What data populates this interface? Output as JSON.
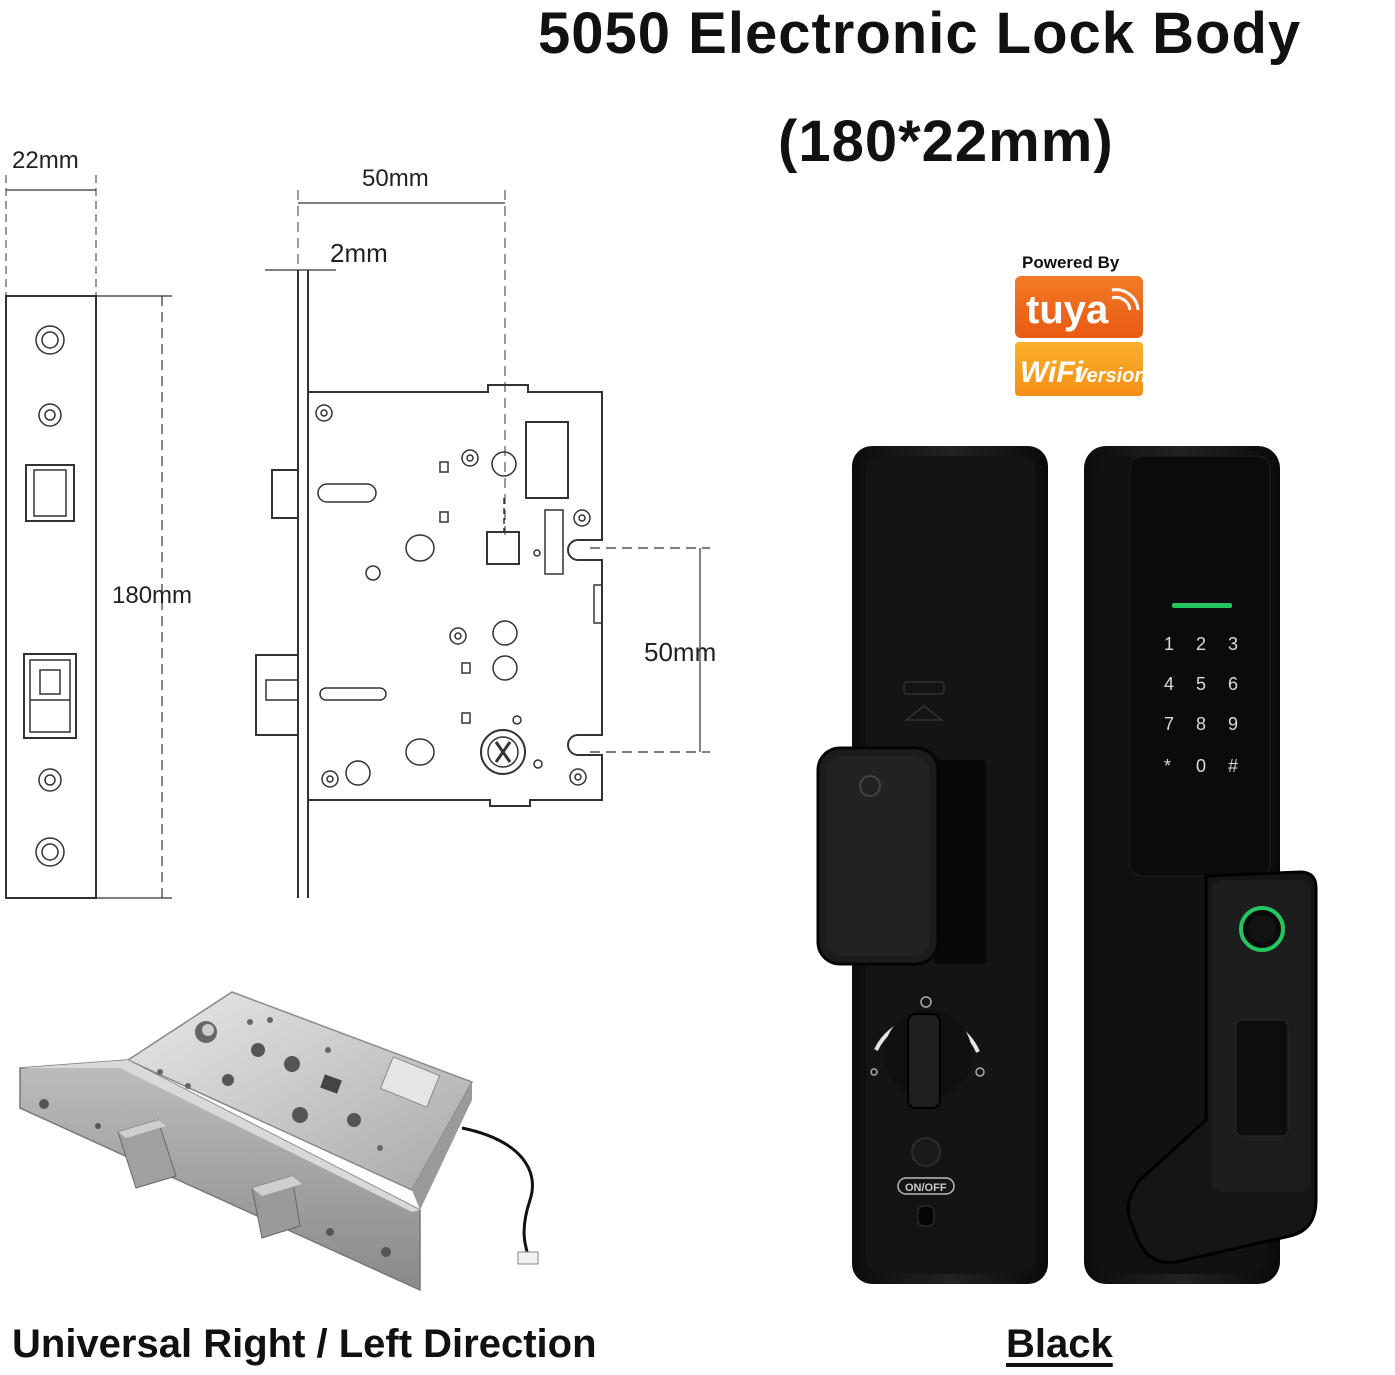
{
  "title": {
    "line1": "5050 Electronic Lock Body",
    "line2": "(180*22mm)"
  },
  "dimensions": {
    "faceplate_width": "22mm",
    "body_depth": "50mm",
    "plate_thickness": "2mm",
    "faceplate_height": "180mm",
    "hole_spacing": "50mm"
  },
  "badge": {
    "powered_by": "Powered By",
    "brand": "tuya",
    "wifi": "WiFi",
    "version": "Version",
    "colors": {
      "orange": "#f26b1d",
      "yellow": "#f9a11b"
    }
  },
  "keypad": {
    "keys": [
      "1",
      "2",
      "3",
      "4",
      "5",
      "6",
      "7",
      "8",
      "9",
      "*",
      "0",
      "#"
    ],
    "indicator_color": "#22c55e"
  },
  "lock_front": {
    "onoff_label": "ON/OFF"
  },
  "captions": {
    "direction": "Universal Right / Left Direction",
    "color": "Black"
  }
}
